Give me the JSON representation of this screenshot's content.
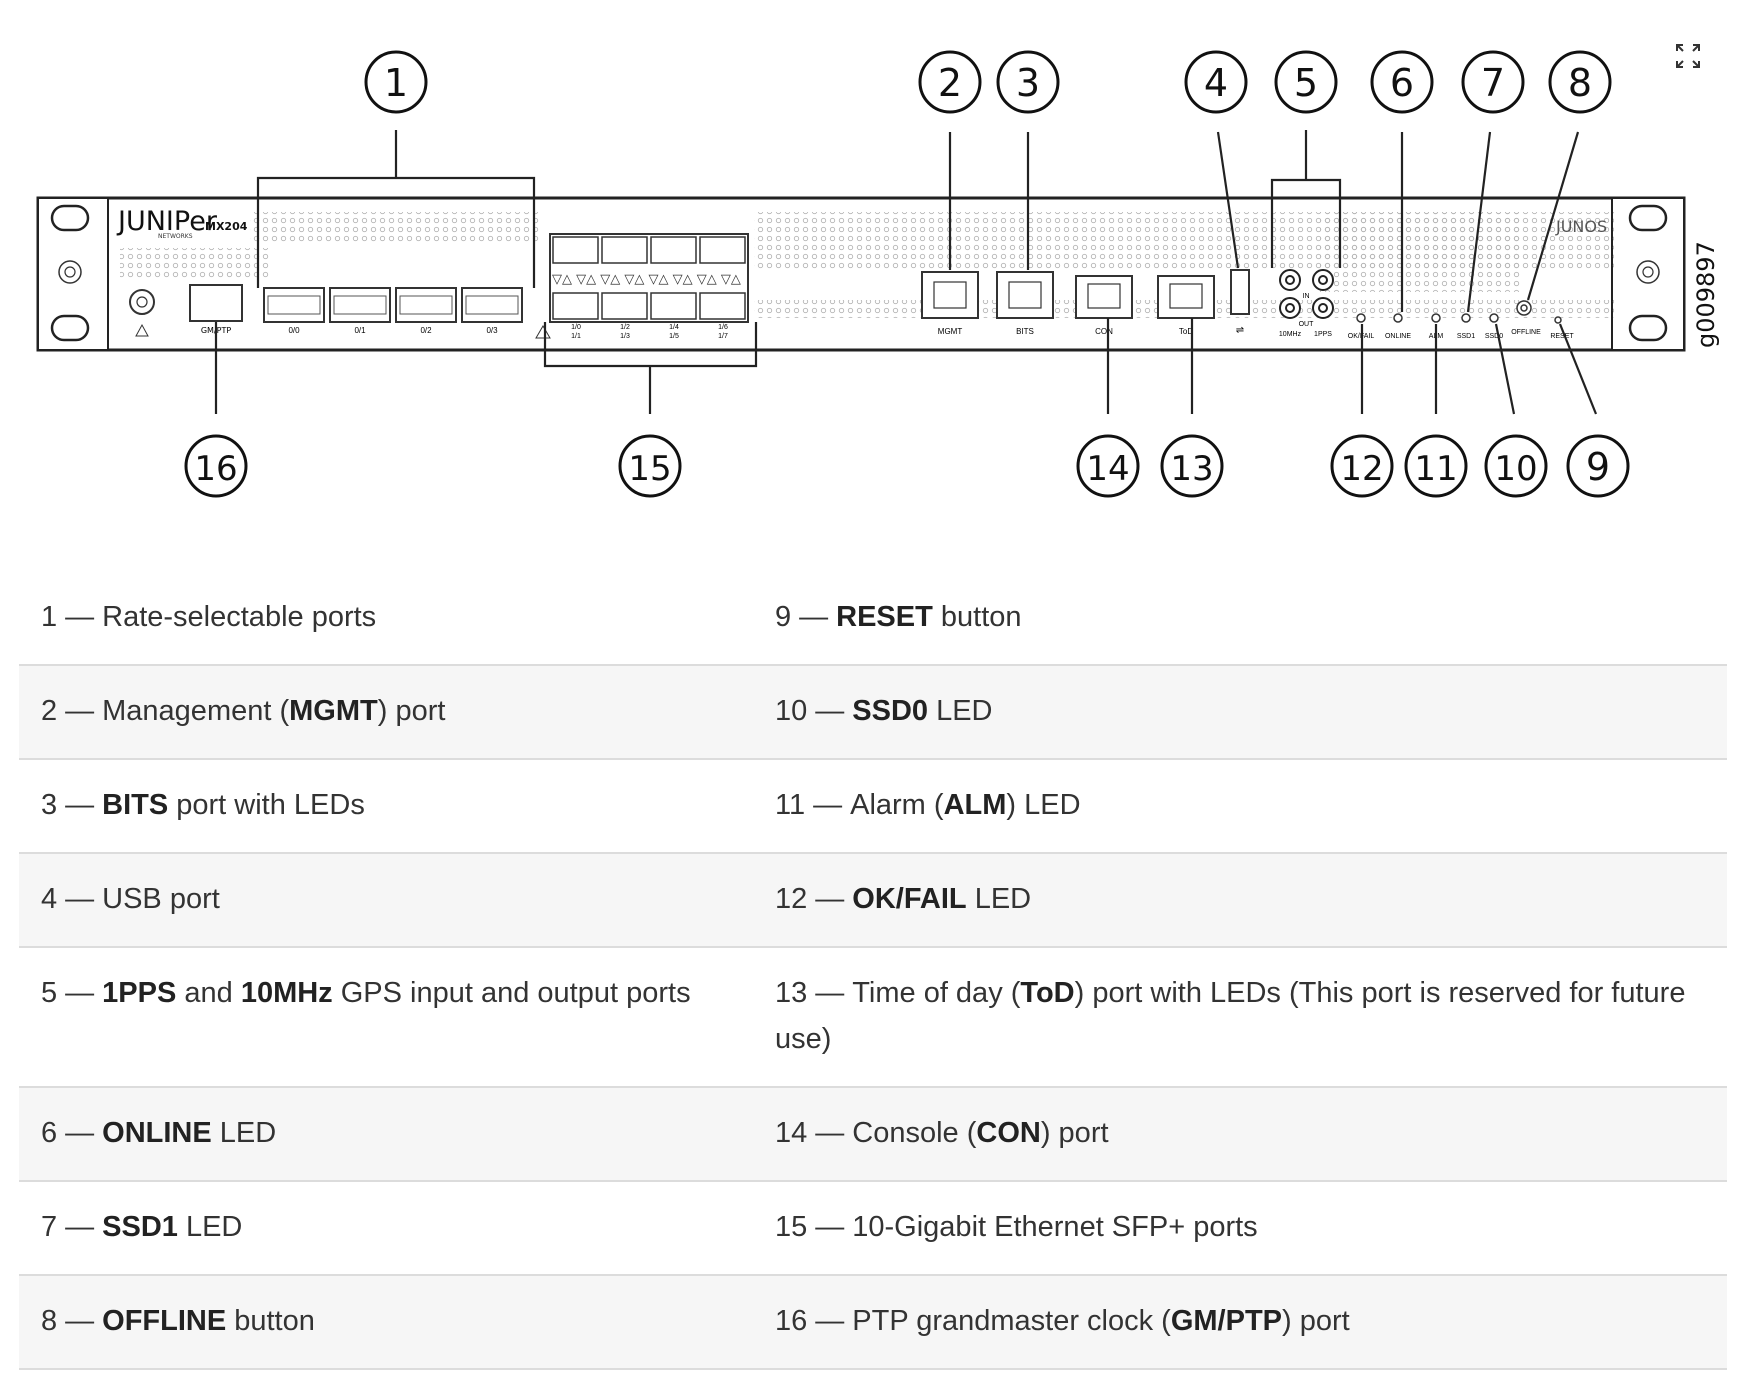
{
  "diagram": {
    "device_brand": "JUNIPer",
    "device_brand_sub": "NETWORKS",
    "device_model": "MX204",
    "os_logo": "JUNOS",
    "figure_id": "g009897",
    "port_labels": {
      "gmptp": "GM/PTP",
      "p00": "0/0",
      "p01": "0/1",
      "p02": "0/2",
      "p03": "0/3",
      "sfp_top": [
        "1/0",
        "1/2",
        "1/4",
        "1/6"
      ],
      "sfp_bottom": [
        "1/1",
        "1/3",
        "1/5",
        "1/7"
      ],
      "mgmt": "MGMT",
      "bits": "BITS",
      "con": "CON",
      "tod": "ToD",
      "in": "IN",
      "out": "OUT",
      "mhz": "10MHz",
      "pps": "1PPS",
      "okfail": "OK/FAIL",
      "online": "ONLINE",
      "alm": "ALM",
      "ssd1": "SSD1",
      "ssd0": "SSD0",
      "offline": "OFFLINE",
      "reset": "RESET"
    },
    "callouts": [
      "1",
      "2",
      "3",
      "4",
      "5",
      "6",
      "7",
      "8",
      "9",
      "10",
      "11",
      "12",
      "13",
      "14",
      "15",
      "16"
    ]
  },
  "legend": [
    {
      "left": [
        {
          "t": "1"
        },
        {
          "t": "Rate-selectable ports"
        }
      ],
      "right": [
        {
          "t": "9"
        },
        {
          "b": "RESET"
        },
        {
          "t": " button"
        }
      ]
    },
    {
      "left": [
        {
          "t": "2"
        },
        {
          "t": "Management ("
        },
        {
          "b": "MGMT"
        },
        {
          "t": ") port"
        }
      ],
      "right": [
        {
          "t": "10"
        },
        {
          "b": "SSD0"
        },
        {
          "t": " LED"
        }
      ]
    },
    {
      "left": [
        {
          "t": "3"
        },
        {
          "b": "BITS"
        },
        {
          "t": " port with LEDs"
        }
      ],
      "right": [
        {
          "t": "11"
        },
        {
          "t": "Alarm ("
        },
        {
          "b": "ALM"
        },
        {
          "t": ") LED"
        }
      ]
    },
    {
      "left": [
        {
          "t": "4"
        },
        {
          "t": "USB port"
        }
      ],
      "right": [
        {
          "t": "12"
        },
        {
          "b": "OK/FAIL"
        },
        {
          "t": " LED"
        }
      ]
    },
    {
      "left": [
        {
          "t": "5"
        },
        {
          "b": "1PPS"
        },
        {
          "t": " and "
        },
        {
          "b": "10MHz"
        },
        {
          "t": " GPS input and output ports"
        }
      ],
      "right": [
        {
          "t": "13"
        },
        {
          "t": "Time of day ("
        },
        {
          "b": "ToD"
        },
        {
          "t": ") port with LEDs (This port is reserved for future use)"
        }
      ]
    },
    {
      "left": [
        {
          "t": "6"
        },
        {
          "b": "ONLINE"
        },
        {
          "t": " LED"
        }
      ],
      "right": [
        {
          "t": "14"
        },
        {
          "t": "Console ("
        },
        {
          "b": "CON"
        },
        {
          "t": ") port"
        }
      ]
    },
    {
      "left": [
        {
          "t": "7"
        },
        {
          "b": "SSD1"
        },
        {
          "t": " LED"
        }
      ],
      "right": [
        {
          "t": "15"
        },
        {
          "t": "10-Gigabit Ethernet SFP+ ports"
        }
      ]
    },
    {
      "left": [
        {
          "t": "8"
        },
        {
          "b": "OFFLINE"
        },
        {
          "t": " button"
        }
      ],
      "right": [
        {
          "t": "16"
        },
        {
          "t": "PTP grandmaster clock ("
        },
        {
          "b": "GM/PTP"
        },
        {
          "t": ") port"
        }
      ]
    }
  ],
  "legend_separator": "—"
}
